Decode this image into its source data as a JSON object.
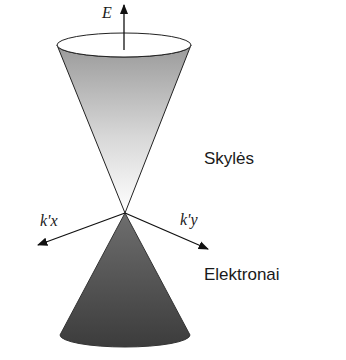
{
  "diagram": {
    "labels": [
      "E",
      "Skylės",
      "k'x",
      "k'y",
      "Elektronai"
    ]
  }
}
